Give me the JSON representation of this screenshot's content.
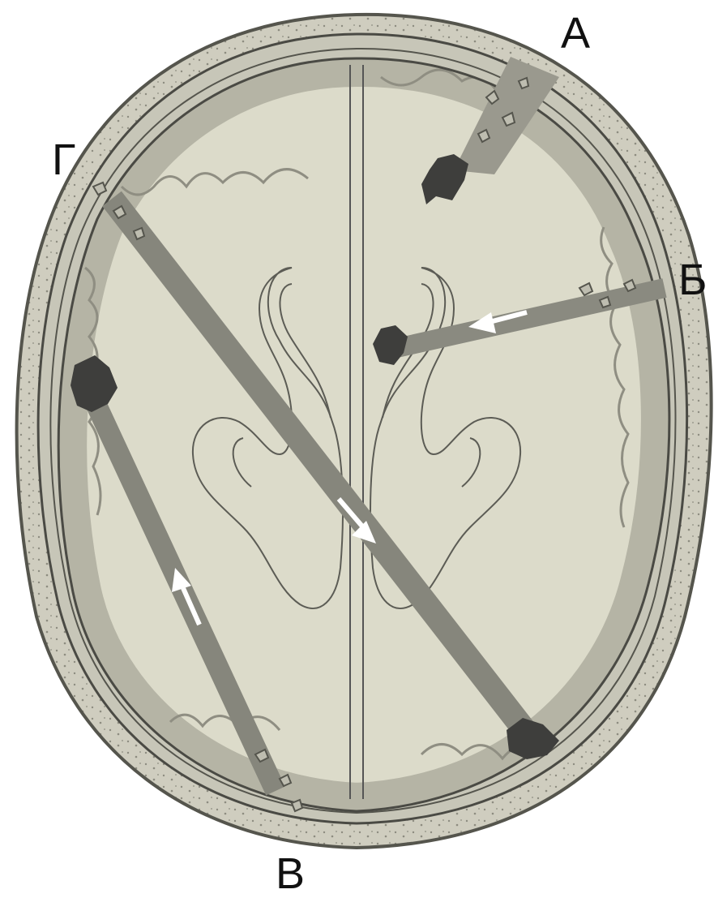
{
  "labels": {
    "a": "А",
    "b": "Б",
    "v": "В",
    "g": "Г"
  },
  "colors": {
    "paper": "#e9e7d9",
    "brain": "#d9d8c8",
    "cortex": "#b6b5a7",
    "wound_track": "#8a8a80",
    "bone_fragment": "#b9b8ab",
    "hematoma": "#3f3f3d",
    "outline": "#4a4a44",
    "arrow": "#ffffff"
  },
  "icons": [
    "skull-outline",
    "brain-hemisphere",
    "ventricle",
    "wound-channel",
    "bone-fragment",
    "hematoma",
    "direction-arrow"
  ]
}
